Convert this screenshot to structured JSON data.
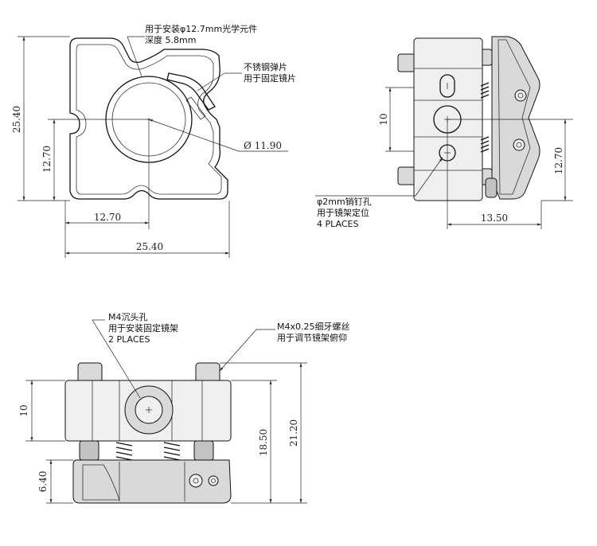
{
  "front_view": {
    "dims": {
      "height_total": "25.40",
      "height_center": "12.70",
      "width_center": "12.70",
      "width_total": "25.40",
      "bore_diameter": "Ø 11.90"
    },
    "notes": {
      "optic_mount": [
        "用于安装φ12.7mm光学元件",
        "深度 5.8mm"
      ],
      "spring_clip": [
        "不锈钢弹片",
        "用于固定镜片"
      ]
    }
  },
  "side_view": {
    "dims": {
      "block_height": "10",
      "pin_height": "12.70",
      "width": "13.50"
    },
    "notes": {
      "pin_hole": [
        "φ2mm销钉孔",
        "用于镜架定位",
        "4 PLACES"
      ]
    }
  },
  "top_view": {
    "dims": {
      "block_height": "10",
      "base_height": "6.40",
      "mid_height": "18.50",
      "total_height": "21.20"
    },
    "notes": {
      "counterbore": [
        "M4沉头孔",
        "用于安装固定镜架",
        "2 PLACES"
      ],
      "adjust_screw": [
        "M4x0.25细牙螺丝",
        "用于调节镜架俯仰"
      ]
    }
  }
}
